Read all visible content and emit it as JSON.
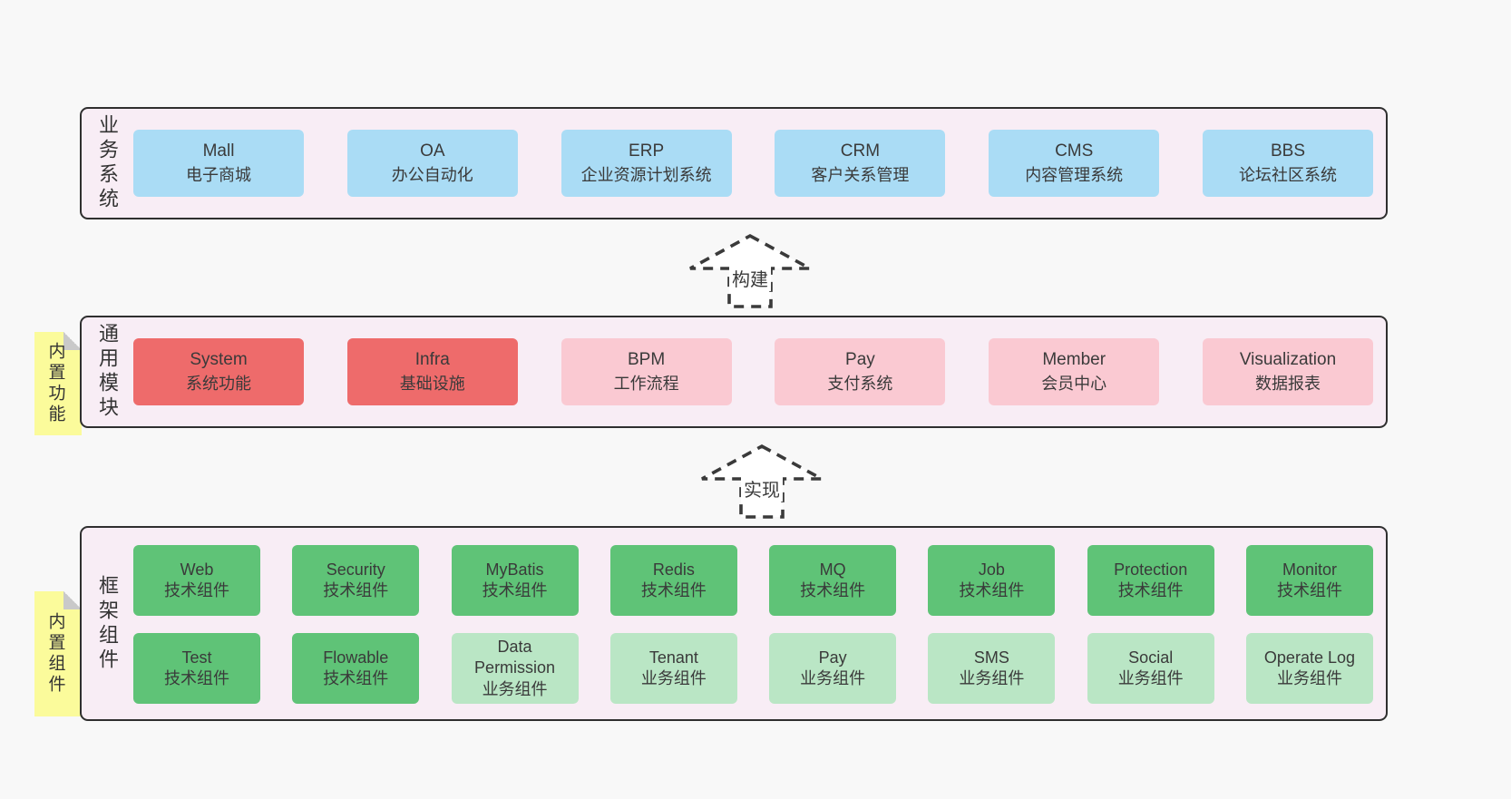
{
  "colors": {
    "page_bg": "#f8f8f8",
    "panel_bg": "#f8edf5",
    "panel_border": "#2f2f2f",
    "box_blue": "#aadcf5",
    "box_red": "#ee6b6b",
    "box_pink": "#fac9d2",
    "box_green": "#5fc377",
    "box_light_green": "#bae6c5",
    "sticky_yellow": "#fbfb9b",
    "sticky_fold_gray": "#c9c9c9",
    "text": "#3a3a3a"
  },
  "bands": [
    {
      "side_label": "业务系统",
      "boxes": [
        {
          "name": "Mall",
          "subtitle": "电子商城"
        },
        {
          "name": "OA",
          "subtitle": "办公自动化"
        },
        {
          "name": "ERP",
          "subtitle": "企业资源计划系统"
        },
        {
          "name": "CRM",
          "subtitle": "客户关系管理"
        },
        {
          "name": "CMS",
          "subtitle": "内容管理系统"
        },
        {
          "name": "BBS",
          "subtitle": "论坛社区系统"
        }
      ]
    },
    {
      "side_label": "通用模块",
      "sticky": "内置功能",
      "boxes": [
        {
          "name": "System",
          "subtitle": "系统功能"
        },
        {
          "name": "Infra",
          "subtitle": "基础设施"
        },
        {
          "name": "BPM",
          "subtitle": "工作流程"
        },
        {
          "name": "Pay",
          "subtitle": "支付系统"
        },
        {
          "name": "Member",
          "subtitle": "会员中心"
        },
        {
          "name": "Visualization",
          "subtitle": "数据报表"
        }
      ]
    },
    {
      "side_label": "框架组件",
      "sticky": "内置组件",
      "rows": [
        [
          {
            "name": "Web",
            "subtitle": "技术组件"
          },
          {
            "name": "Security",
            "subtitle": "技术组件"
          },
          {
            "name": "MyBatis",
            "subtitle": "技术组件"
          },
          {
            "name": "Redis",
            "subtitle": "技术组件"
          },
          {
            "name": "MQ",
            "subtitle": "技术组件"
          },
          {
            "name": "Job",
            "subtitle": "技术组件"
          },
          {
            "name": "Protection",
            "subtitle": "技术组件"
          },
          {
            "name": "Monitor",
            "subtitle": "技术组件"
          }
        ],
        [
          {
            "name": "Test",
            "subtitle": "技术组件"
          },
          {
            "name": "Flowable",
            "subtitle": "技术组件"
          },
          {
            "name": "Data Permission",
            "subtitle": "业务组件"
          },
          {
            "name": "Tenant",
            "subtitle": "业务组件"
          },
          {
            "name": "Pay",
            "subtitle": "业务组件"
          },
          {
            "name": "SMS",
            "subtitle": "业务组件"
          },
          {
            "name": "Social",
            "subtitle": "业务组件"
          },
          {
            "name": "Operate Log",
            "subtitle": "业务组件"
          }
        ]
      ]
    }
  ],
  "arrows": [
    {
      "label": "构建"
    },
    {
      "label": "实现"
    }
  ]
}
